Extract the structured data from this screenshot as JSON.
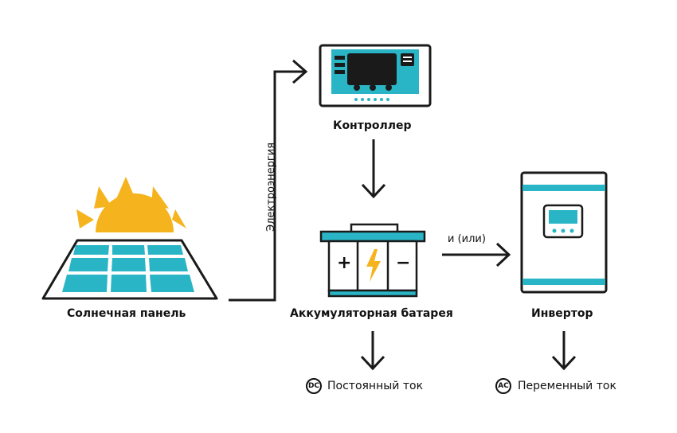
{
  "nodes": {
    "solar_panel": "Солнечная панель",
    "controller": "Контроллер",
    "battery": "Аккумуляторная батарея",
    "inverter": "Инвертор"
  },
  "edges": {
    "electricity": "Электроэнергия",
    "and_or": "и (или)"
  },
  "outputs": {
    "dc_badge": "DC",
    "dc_label": "Постоянный ток",
    "ac_badge": "AC",
    "ac_label": "Переменный ток"
  },
  "battery_symbols": {
    "plus": "+",
    "minus": "−"
  },
  "colors": {
    "accent": "#29b5c6",
    "sun": "#f5b31d",
    "outline": "#1a1a1a"
  }
}
